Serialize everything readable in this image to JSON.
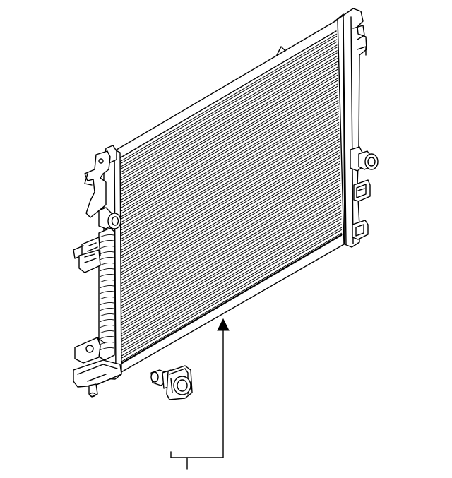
{
  "diagram": {
    "parts": [
      {
        "name": "radiator-assembly"
      },
      {
        "name": "drain-plug"
      }
    ],
    "callouts": [
      {
        "name": "radiator-callout",
        "label": ""
      }
    ],
    "colors": {
      "line": "#000000",
      "background": "#ffffff"
    }
  }
}
